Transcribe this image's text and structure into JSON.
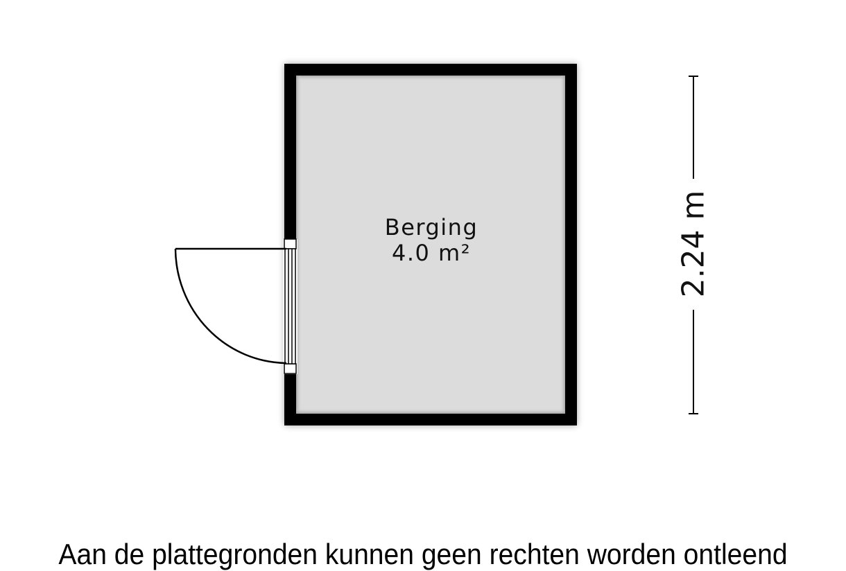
{
  "floorplan": {
    "room": {
      "name": "Berging",
      "area": "4.0 m²",
      "fill_color": "#dcdcdc",
      "wall_color": "#000000"
    },
    "dimension": {
      "label": "2.24 m",
      "orientation": "vertical"
    },
    "door": {
      "position": "left wall",
      "swing": "outward"
    }
  },
  "footer": {
    "disclaimer": "Aan de plattegronden kunnen geen rechten worden ontleend"
  }
}
